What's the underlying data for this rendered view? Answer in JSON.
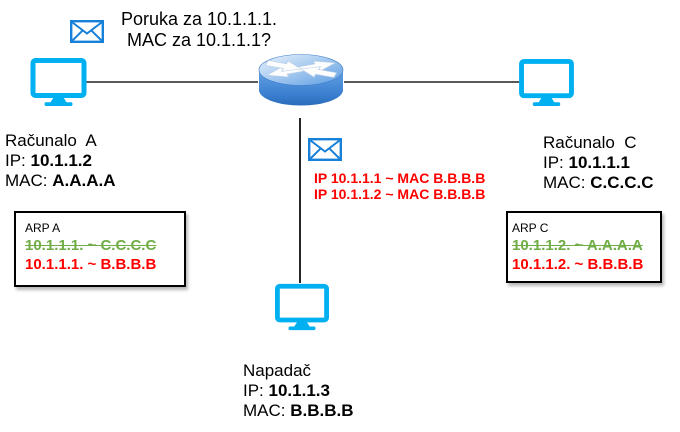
{
  "arp_request": {
    "icon": "envelope-icon",
    "line1": "Poruka za 10.1.1.1.",
    "line2": "MAC za 10.1.1.1?"
  },
  "spoof": {
    "icon": "envelope-icon",
    "line1": "IP 10.1.1.1 ~ MAC B.B.B.B",
    "line2": "IP 10.1.1.2 ~ MAC B.B.B.B"
  },
  "nodes": {
    "computer_a": {
      "name": "Računalo  A",
      "ip_label": "IP: ",
      "ip": "10.1.1.2",
      "mac_label": "MAC: ",
      "mac": "A.A.A.A"
    },
    "computer_c": {
      "name": "Računalo  C",
      "ip_label": "IP: ",
      "ip": "10.1.1.1",
      "mac_label": "MAC: ",
      "mac": "C.C.C.C"
    },
    "attacker": {
      "name": "Napadač",
      "ip_label": "IP: ",
      "ip": "10.1.1.3",
      "mac_label": "MAC: ",
      "mac": "B.B.B.B"
    }
  },
  "arp_a": {
    "title": "ARP A",
    "old_entry": "10.1.1.1. ~ C.C.C.C",
    "new_entry": "10.1.1.1. ~ B.B.B.B"
  },
  "arp_c": {
    "title": "ARP C",
    "old_entry": "10.1.1.2. ~ A.A.A.A",
    "new_entry": "10.1.1.2. ~ B.B.B.B"
  },
  "icons": {
    "computer": "monitor glyph",
    "router": "cisco-router cylinder with arrows",
    "envelope": "✉"
  },
  "colors": {
    "monitor_cyan": "#00B0F0",
    "envelope_blue": "#1780D8",
    "router_blue_light": "#9CC3EE",
    "router_blue_dark": "#2A6CBB",
    "poisoned_red": "#FF0000",
    "stale_green": "#70AD47",
    "link_gray": "#595959",
    "text_black": "#000000"
  }
}
